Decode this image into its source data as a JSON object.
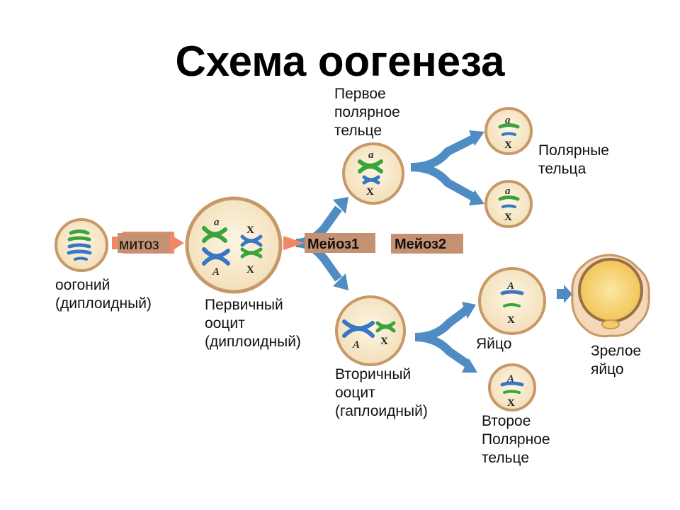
{
  "title": "Схема оогенеза",
  "labels": {
    "oogonium": [
      "оогоний",
      "(диплоидный)"
    ],
    "primary_oocyte": [
      "Первичный",
      "ооцит",
      "(диплоидный)"
    ],
    "first_polar_body": [
      "Первое",
      "полярное",
      "тельце"
    ],
    "polar_bodies": [
      "Полярные",
      "тельца"
    ],
    "secondary_oocyte": [
      "Вторичный",
      "ооцит",
      "(гаплоидный)"
    ],
    "egg": [
      "Яйцо"
    ],
    "mature_egg": [
      "Зрелое",
      "яйцо"
    ],
    "second_polar_body": [
      "Второе",
      "Полярное",
      "тельце"
    ]
  },
  "stages": {
    "mitosis": "митоз",
    "meiosis1": "Мейоз1",
    "meiosis2": "Мейоз2"
  },
  "glyphs": {
    "a": "a",
    "A": "A",
    "X": "X"
  },
  "colors": {
    "cell_fill": "#fbeed2",
    "cell_border": "#c79868",
    "chromosome_green": "#3aa43c",
    "chromosome_blue": "#3777c4",
    "arrow_blue": "#4f8cc3",
    "band_brown": "#c49272",
    "arrow_salmon": "#f08866",
    "mature_egg_yellow": "#f6ce5e"
  }
}
